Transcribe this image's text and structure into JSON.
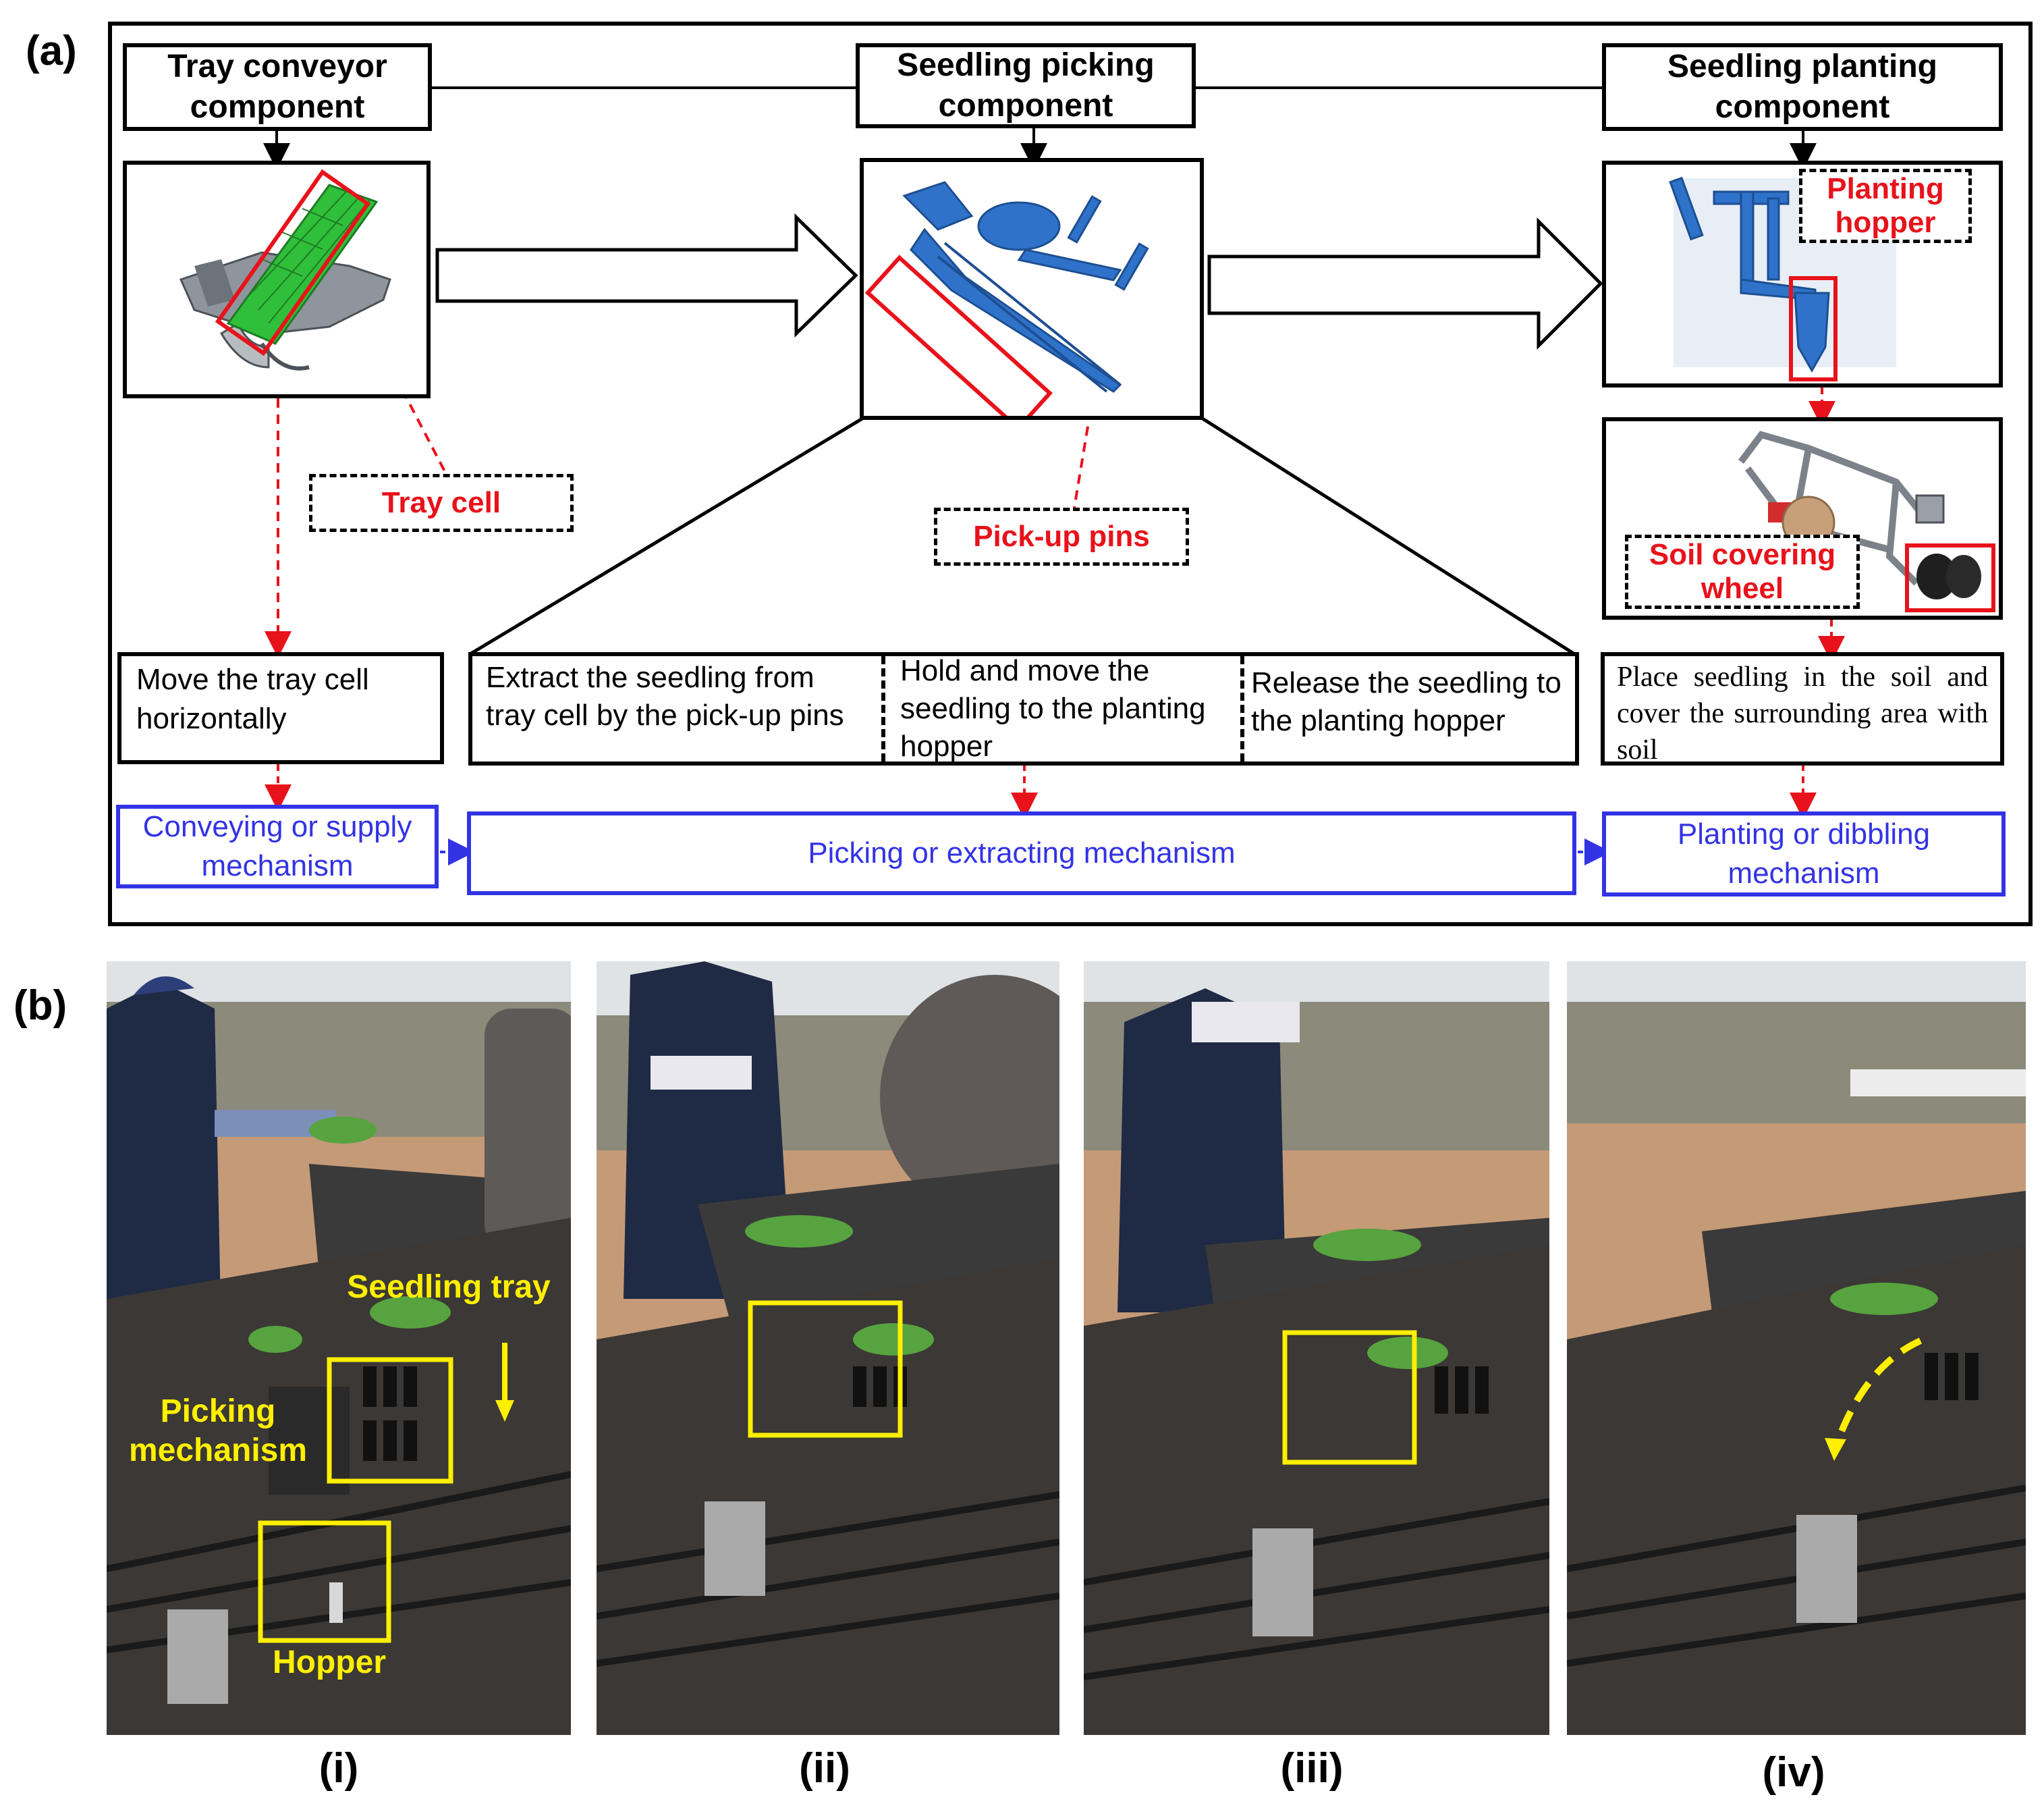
{
  "panel_a": {
    "label": "(a)",
    "headers": {
      "tray": "Tray conveyor component",
      "picking": "Seedling picking component",
      "planting": "Seedling planting component"
    },
    "callouts": {
      "tray_cell": "Tray cell",
      "pick_up_pins": "Pick-up pins",
      "planting_hopper": "Planting hopper",
      "soil_covering_wheel": "Soil covering wheel"
    },
    "steps": {
      "move": "Move the tray cell horizontally",
      "extract": "Extract the seedling from tray cell by the pick-up pins",
      "hold": "Hold and move the seedling to the planting hopper",
      "release": "Release the seedling to the planting hopper",
      "place": "Place seedling in the soil and cover the surrounding area with soil"
    },
    "mechanisms": {
      "conveying": "Conveying or supply mechanism",
      "picking": "Picking or extracting mechanism",
      "planting": "Planting or dibbling mechanism"
    },
    "colors": {
      "callout_red": "#e8121b",
      "mechanism_blue": "#3333e6",
      "model_blue": "#2f72c9",
      "tray_green": "#2fbf3a"
    }
  },
  "panel_b": {
    "label": "(b)",
    "annotations": {
      "seedling_tray": "Seedling tray",
      "picking_mechanism": "Picking mechanism",
      "hopper": "Hopper"
    },
    "photo_labels": [
      "(i)",
      "(ii)",
      "(iii)",
      "(iv)"
    ],
    "colors": {
      "annotation_yellow": "#ffef00"
    }
  }
}
